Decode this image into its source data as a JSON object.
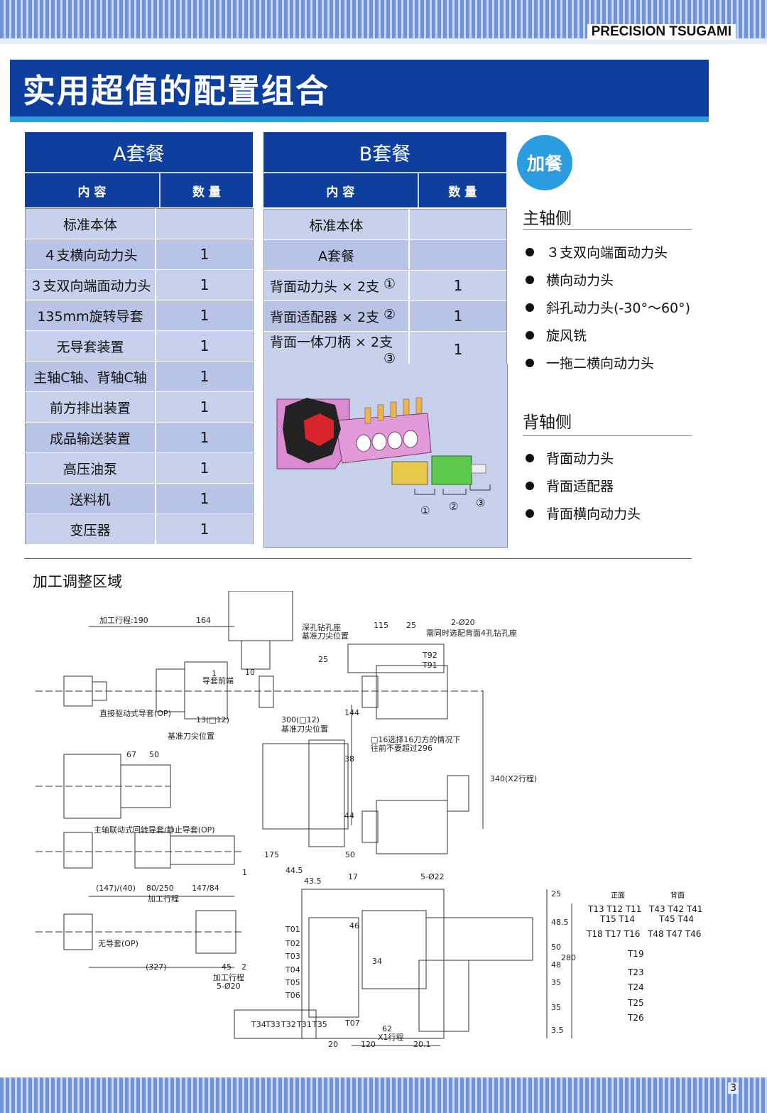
{
  "brand": "PRECISION TSUGAMI",
  "banner_title": "实用超值的配置组合",
  "packageA": {
    "title": "A套餐",
    "col_content": "内 容",
    "col_qty": "数 量",
    "rows": [
      {
        "item": "标准本体",
        "qty": ""
      },
      {
        "item": "４支横向动力头",
        "qty": "1"
      },
      {
        "item": "３支双向端面动力头",
        "qty": "1"
      },
      {
        "item": "135mm旋转导套",
        "qty": "1"
      },
      {
        "item": "无导套装置",
        "qty": "1"
      },
      {
        "item": "主轴C轴、背轴C轴",
        "qty": "1"
      },
      {
        "item": "前方排出装置",
        "qty": "1"
      },
      {
        "item": "成品输送装置",
        "qty": "1"
      },
      {
        "item": "高压油泵",
        "qty": "1"
      },
      {
        "item": "送料机",
        "qty": "1"
      },
      {
        "item": "变压器",
        "qty": "1"
      }
    ]
  },
  "packageB": {
    "title": "B套餐",
    "col_content": "内 容",
    "col_qty": "数 量",
    "rows": [
      {
        "item": "标准本体",
        "mark": "",
        "qty": ""
      },
      {
        "item": "A套餐",
        "mark": "",
        "qty": ""
      },
      {
        "item": "背面动力头 × 2支",
        "mark": "①",
        "qty": "1"
      },
      {
        "item": "背面适配器 × 2支",
        "mark": "②",
        "qty": "1"
      },
      {
        "item": "背面一体刀柄 × 2支",
        "mark": "③",
        "qty": "1"
      }
    ],
    "image_labels": [
      "①",
      "②",
      "③"
    ]
  },
  "addon": {
    "badge": "加餐",
    "main_title": "主轴侧",
    "main_items": [
      "３支双向端面动力头",
      "横向动力头",
      "斜孔动力头(-30°～60°)",
      "旋风铣",
      "一拖二横向动力头"
    ],
    "back_title": "背轴侧",
    "back_items": [
      "背面动力头",
      "背面适配器",
      "背面横向动力头"
    ]
  },
  "area_title": "加工调整区域",
  "drawing_labels": {
    "stroke190": "加工行程:190",
    "d164": "164",
    "deep": "深孔钻孔座",
    "base_pos": "基准刀尖位置",
    "d115": "115",
    "d25a": "25",
    "d2020": "2-Ø20",
    "note4": "需同时选配背面4孔钻孔座",
    "t92": "T92",
    "t91": "T91",
    "d25b": "25",
    "d1": "1",
    "d10": "10",
    "guide": "导套前端",
    "d144": "144",
    "direct": "直接驱动式导套(OP)",
    "d13": "13(□12)",
    "d300": "300(□12)",
    "base_pos2": "基准刀尖位置",
    "base_pos3": "基准刀尖位置",
    "note16": "□16选择16刀方的情况下",
    "note296": "往前不要超过296",
    "d340": "340(X2行程)",
    "d67": "67",
    "d50a": "50",
    "d38": "38",
    "d44": "44",
    "sync": "主轴联动式回转导套/静止导套(OP)",
    "d175": "175",
    "d50b": "50",
    "d445": "44.5",
    "d435": "43.5",
    "d1b": "1",
    "d147": "(147)/(40)",
    "d80": "80/250",
    "d14784": "147/84",
    "stroke": "加工行程",
    "d17": "17",
    "d5022": "5-Ø22",
    "noguide": "无导套(OP)",
    "d327": "(327)",
    "d45": "45",
    "d2": "2",
    "stroke2": "加工行程",
    "d5020": "5-Ø20",
    "t01": "T01",
    "t02": "T02",
    "t03": "T03",
    "t04": "T04",
    "t05": "T05",
    "t06": "T06",
    "t07": "T07",
    "t34": "T34",
    "t33": "T33",
    "t32": "T32",
    "t31": "T31",
    "t35": "T35",
    "d20": "20",
    "d120": "120",
    "d62": "62",
    "x1": "X1行程",
    "d201": "20.1",
    "d34": "34",
    "d46": "46",
    "v25": "25",
    "v485": "48.5",
    "v50": "50",
    "v48": "48",
    "v35": "35",
    "v35b": "35",
    "v35c": "3.5",
    "v280": "280"
  },
  "side_table": {
    "front": "正面",
    "back": "背面",
    "row1": "T13  T12  T11",
    "row1b": "T43  T42  T41",
    "row2": "T15  T14",
    "row2b": "T45  T44",
    "row3": "T18   T17  T16",
    "row3b": "T48  T47  T46",
    "t19": "T19",
    "t23": "T23",
    "t24": "T24",
    "t25": "T25",
    "t26": "T26"
  },
  "page_number": "3"
}
